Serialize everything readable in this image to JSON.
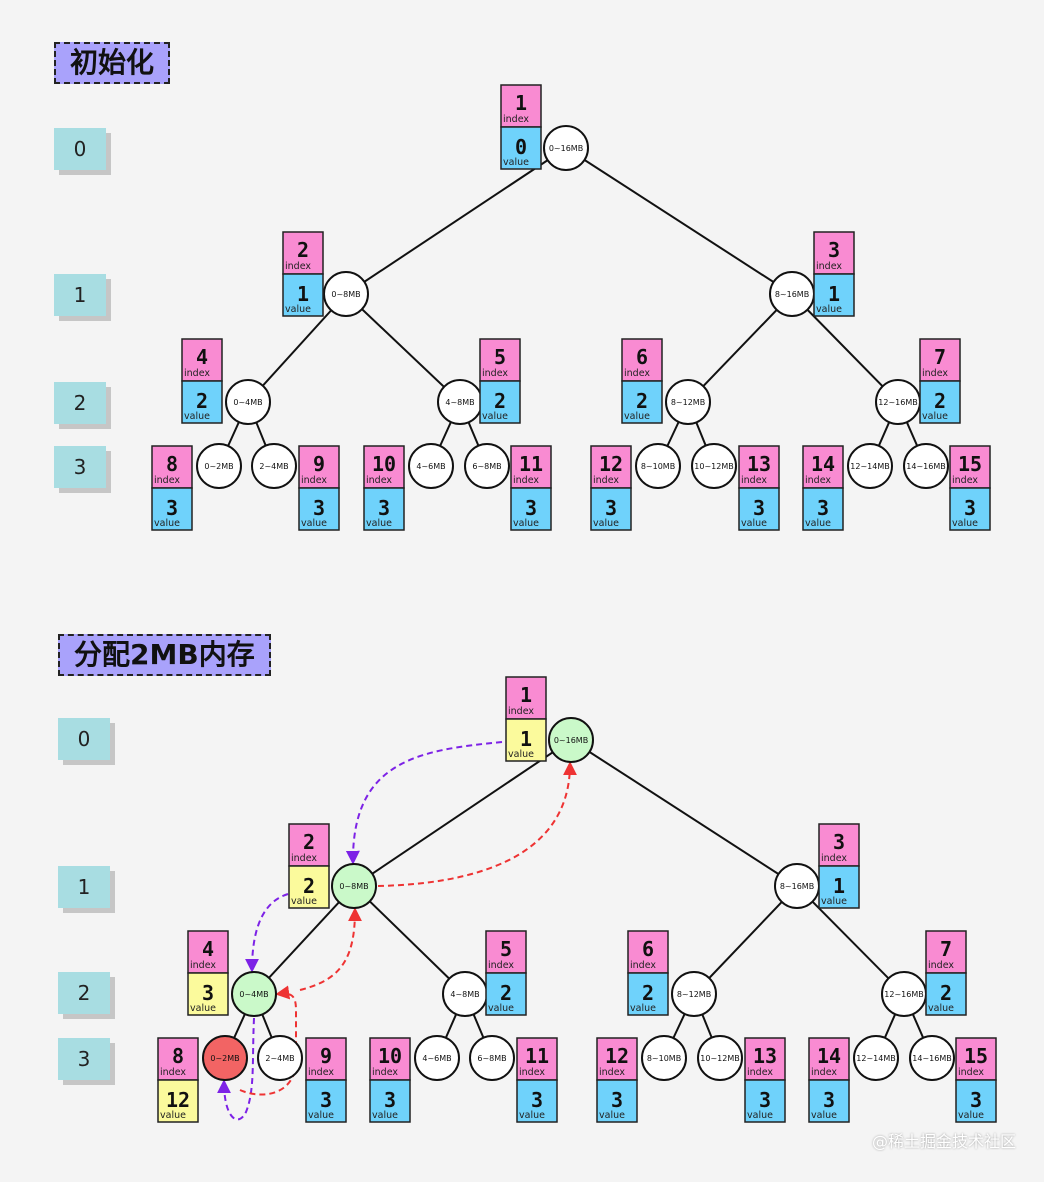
{
  "sections": [
    {
      "title": "初始化",
      "levels": [
        "0",
        "1",
        "2",
        "3"
      ],
      "nodes": [
        {
          "index": "1",
          "value": "0",
          "range": "0~16MB"
        },
        {
          "index": "2",
          "value": "1",
          "range": "0~8MB"
        },
        {
          "index": "3",
          "value": "1",
          "range": "8~16MB"
        },
        {
          "index": "4",
          "value": "2",
          "range": "0~4MB"
        },
        {
          "index": "5",
          "value": "2",
          "range": "4~8MB"
        },
        {
          "index": "6",
          "value": "2",
          "range": "8~12MB"
        },
        {
          "index": "7",
          "value": "2",
          "range": "12~16MB"
        },
        {
          "index": "8",
          "value": "3",
          "range": "0~2MB"
        },
        {
          "index": "9",
          "value": "3",
          "range": "2~4MB"
        },
        {
          "index": "10",
          "value": "3",
          "range": "4~6MB"
        },
        {
          "index": "11",
          "value": "3",
          "range": "6~8MB"
        },
        {
          "index": "12",
          "value": "3",
          "range": "8~10MB"
        },
        {
          "index": "13",
          "value": "3",
          "range": "10~12MB"
        },
        {
          "index": "14",
          "value": "3",
          "range": "12~14MB"
        },
        {
          "index": "15",
          "value": "3",
          "range": "14~16MB"
        }
      ]
    },
    {
      "title": "分配2MB内存",
      "levels": [
        "0",
        "1",
        "2",
        "3"
      ],
      "nodes": [
        {
          "index": "1",
          "value": "1",
          "range": "0~16MB",
          "state": "path",
          "value_state": "updated"
        },
        {
          "index": "2",
          "value": "2",
          "range": "0~8MB",
          "state": "path",
          "value_state": "updated"
        },
        {
          "index": "3",
          "value": "1",
          "range": "8~16MB"
        },
        {
          "index": "4",
          "value": "3",
          "range": "0~4MB",
          "state": "path",
          "value_state": "updated"
        },
        {
          "index": "5",
          "value": "2",
          "range": "4~8MB"
        },
        {
          "index": "6",
          "value": "2",
          "range": "8~12MB"
        },
        {
          "index": "7",
          "value": "2",
          "range": "12~16MB"
        },
        {
          "index": "8",
          "value": "12",
          "range": "0~2MB",
          "state": "allocated",
          "value_state": "updated"
        },
        {
          "index": "9",
          "value": "3",
          "range": "2~4MB"
        },
        {
          "index": "10",
          "value": "3",
          "range": "4~6MB"
        },
        {
          "index": "11",
          "value": "3",
          "range": "6~8MB"
        },
        {
          "index": "12",
          "value": "3",
          "range": "8~10MB"
        },
        {
          "index": "13",
          "value": "3",
          "range": "10~12MB"
        },
        {
          "index": "14",
          "value": "3",
          "range": "12~14MB"
        },
        {
          "index": "15",
          "value": "3",
          "range": "14~16MB"
        }
      ]
    }
  ],
  "labels": {
    "index": "index",
    "value": "value"
  },
  "watermark": "@稀土掘金技术社区",
  "colors": {
    "index_box": "#f98bd2",
    "value_box": "#6fd2fb",
    "value_updated": "#fbfa9c",
    "node_default": "#ffffff",
    "node_path": "#caf9c9",
    "node_allocated": "#f26464",
    "arrow_down": "#7d22e6",
    "arrow_up": "#ee3333"
  }
}
